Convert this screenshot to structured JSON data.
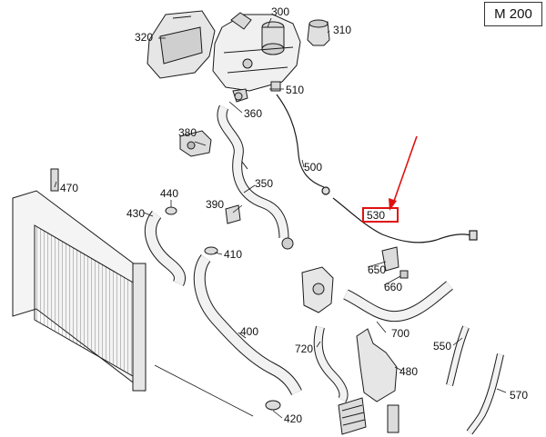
{
  "model_label": "M 200",
  "highlighted_part": "530",
  "parts": {
    "p300": "300",
    "p310": "310",
    "p320": "320",
    "p350": "350",
    "p360": "360",
    "p380": "380",
    "p390": "390",
    "p400": "400",
    "p410": "410",
    "p420": "420",
    "p430": "430",
    "p440": "440",
    "p470": "470",
    "p480": "480",
    "p500": "500",
    "p510": "510",
    "p530": "530",
    "p550": "550",
    "p570": "570",
    "p650": "650",
    "p660": "660",
    "p700": "700",
    "p720": "720"
  },
  "colors": {
    "line": "#1a1a1a",
    "highlight": "#e01010",
    "part_fill": "#f2f2f2",
    "part_shade": "#d9d9d9"
  }
}
